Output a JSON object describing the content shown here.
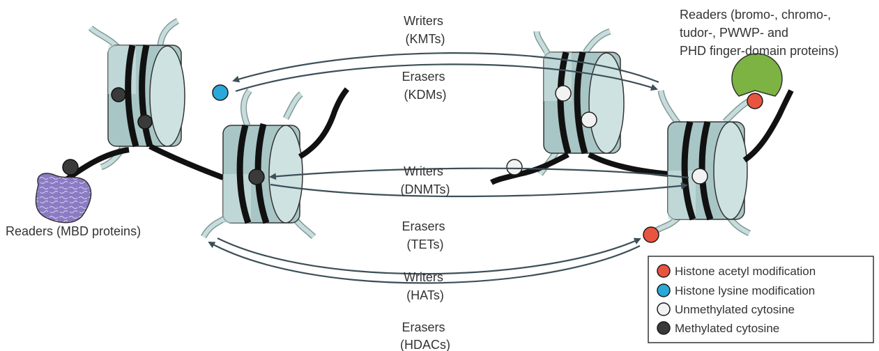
{
  "labels": {
    "kmt_writers": [
      "Writers",
      "(KMTs)"
    ],
    "kdm_erasers": [
      "Erasers",
      "(KDMs)"
    ],
    "dnmt_writers": [
      "Writers",
      "(DNMTs)"
    ],
    "tet_erasers": [
      "Erasers",
      "(TETs)"
    ],
    "hat_writers": [
      "Writers",
      "(HATs)"
    ],
    "hdac_erasers": [
      "Erasers",
      "(HDACs)"
    ],
    "readers_mbd": "Readers (MBD proteins)",
    "readers_domain": [
      "Readers (bromo-, chromo-,",
      "tudor-, PWWP- and",
      "PHD finger-domain proteins)"
    ]
  },
  "legend": [
    {
      "label": "Histone acetyl modification",
      "color": "#e8553f"
    },
    {
      "label": "Histone lysine modification",
      "color": "#2aa8d8"
    },
    {
      "label": "Unmethylated cytosine",
      "color": "#f2f2f2"
    },
    {
      "label": "Methylated cytosine",
      "color": "#3a3a3a"
    }
  ],
  "colors": {
    "arrow": "#3d4f58",
    "nucleosome_light": "#cfe2e2",
    "nucleosome_mid": "#a9c6c6",
    "dna": "#111111",
    "mbd_reader": "#8a7bc4",
    "domain_reader": "#7cb342"
  }
}
